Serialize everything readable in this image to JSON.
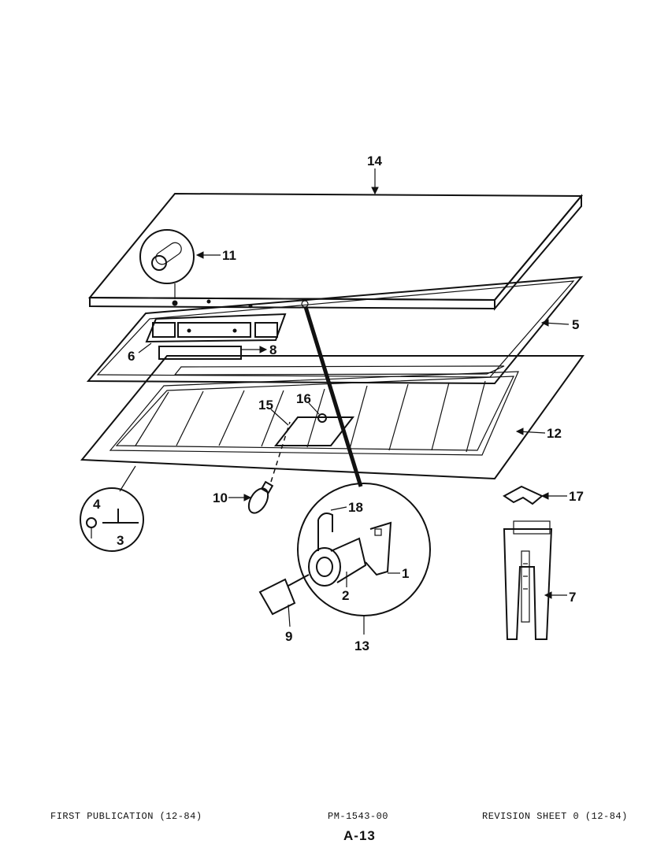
{
  "diagram": {
    "callouts": [
      {
        "id": "14",
        "text": "14"
      },
      {
        "id": "11",
        "text": "11"
      },
      {
        "id": "5",
        "text": "5"
      },
      {
        "id": "6",
        "text": "6"
      },
      {
        "id": "8",
        "text": "8"
      },
      {
        "id": "15",
        "text": "15"
      },
      {
        "id": "16",
        "text": "16"
      },
      {
        "id": "12",
        "text": "12"
      },
      {
        "id": "10",
        "text": "10"
      },
      {
        "id": "4",
        "text": "4"
      },
      {
        "id": "3",
        "text": "3"
      },
      {
        "id": "18",
        "text": "18"
      },
      {
        "id": "1",
        "text": "1"
      },
      {
        "id": "2",
        "text": "2"
      },
      {
        "id": "9",
        "text": "9"
      },
      {
        "id": "13",
        "text": "13"
      },
      {
        "id": "17",
        "text": "17"
      },
      {
        "id": "7",
        "text": "7"
      }
    ]
  },
  "footer": {
    "left": "FIRST PUBLICATION (12-84)",
    "center": "PM-1543-00",
    "right": "REVISION SHEET 0 (12-84)",
    "page": "A-13"
  }
}
